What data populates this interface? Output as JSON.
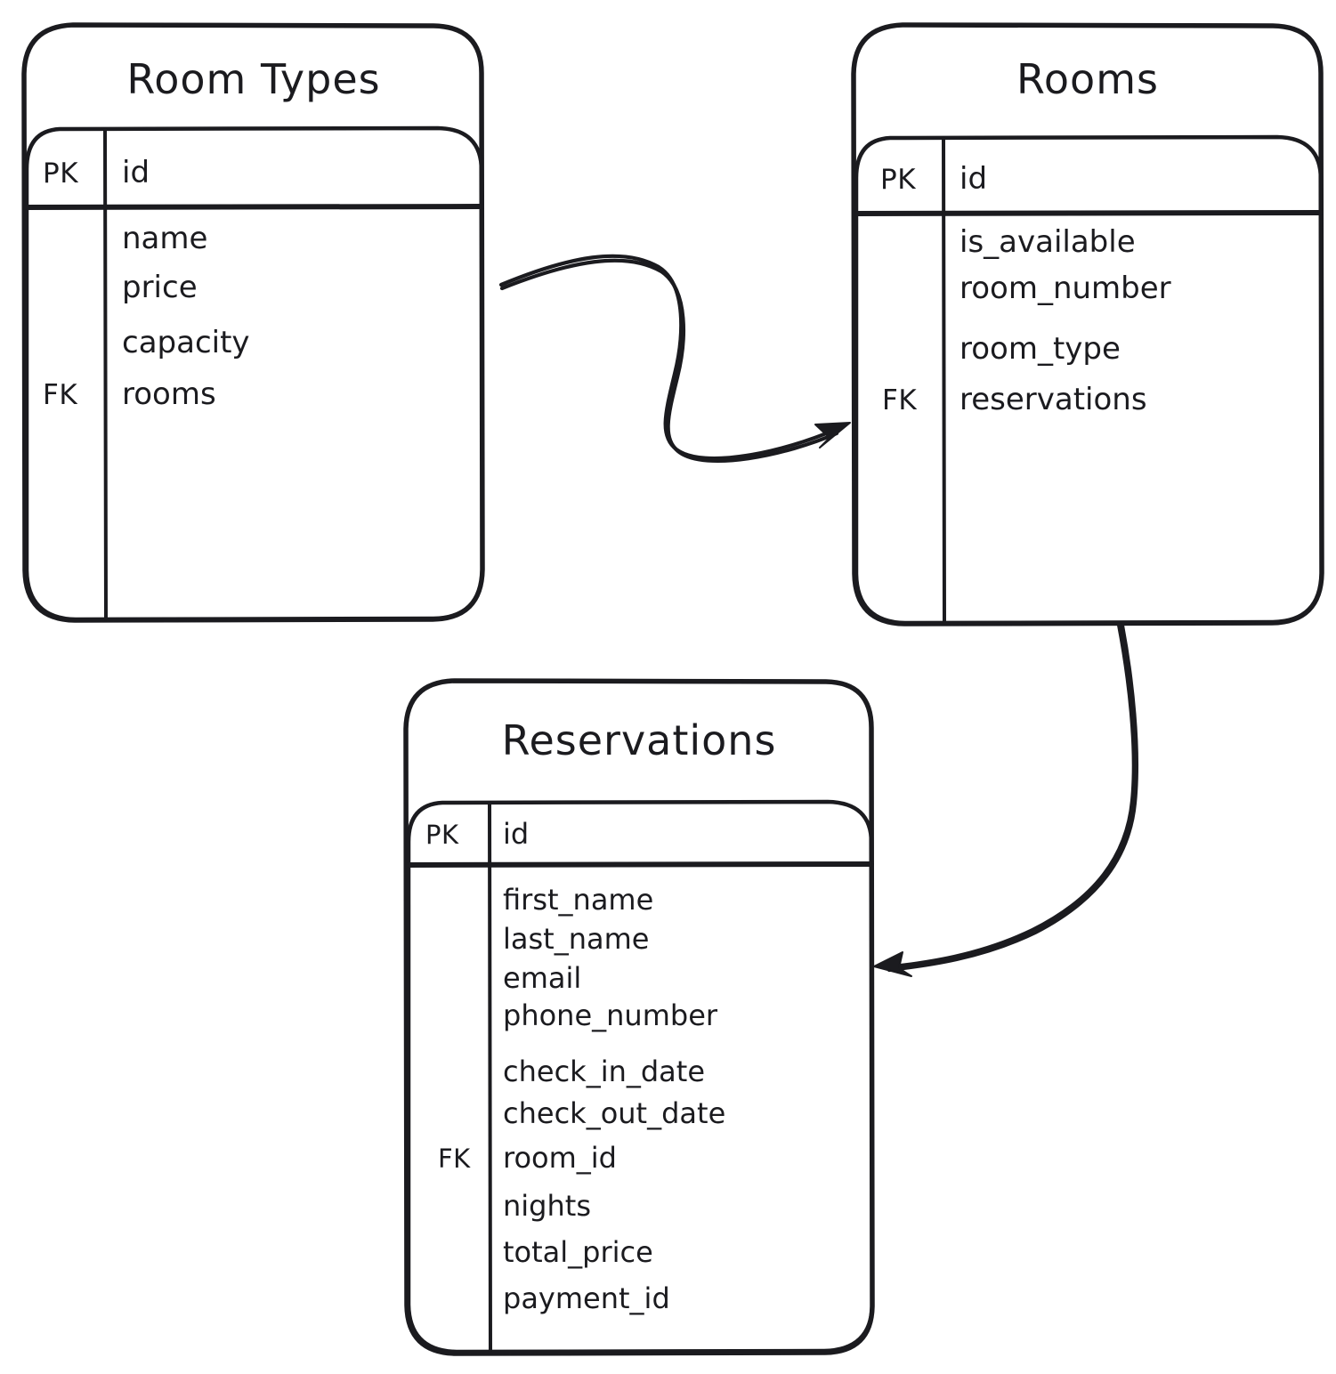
{
  "diagram": {
    "type": "entity-relationship-diagram",
    "style": "hand-drawn",
    "background_color": "#ffffff",
    "stroke_color": "#1b1b1f"
  },
  "entities": [
    {
      "id": "room_types",
      "title": "Room Types",
      "key_column_header": "",
      "primary_key": {
        "key_label": "PK",
        "field": "id"
      },
      "foreign_key_label": "FK",
      "foreign_key_field": "rooms",
      "fields": [
        {
          "key": "",
          "name": "name"
        },
        {
          "key": "",
          "name": "price"
        },
        {
          "key": "",
          "name": "capacity"
        },
        {
          "key": "FK",
          "name": "rooms"
        }
      ]
    },
    {
      "id": "rooms",
      "title": "Rooms",
      "key_column_header": "",
      "primary_key": {
        "key_label": "PK",
        "field": "id"
      },
      "foreign_key_label": "FK",
      "foreign_key_field": "reservations",
      "fields": [
        {
          "key": "",
          "name": "is_available"
        },
        {
          "key": "",
          "name": "room_number"
        },
        {
          "key": "",
          "name": "room_type"
        },
        {
          "key": "FK",
          "name": "reservations"
        }
      ]
    },
    {
      "id": "reservations",
      "title": "Reservations",
      "key_column_header": "",
      "primary_key": {
        "key_label": "PK",
        "field": "id"
      },
      "foreign_key_label": "FK",
      "foreign_key_field": "room_id",
      "fields": [
        {
          "key": "",
          "name": "first_name"
        },
        {
          "key": "",
          "name": "last_name"
        },
        {
          "key": "",
          "name": "email"
        },
        {
          "key": "",
          "name": "phone_number"
        },
        {
          "key": "",
          "name": "check_in_date"
        },
        {
          "key": "",
          "name": "check_out_date"
        },
        {
          "key": "FK",
          "name": "room_id"
        },
        {
          "key": "",
          "name": "nights"
        },
        {
          "key": "",
          "name": "total_price"
        },
        {
          "key": "",
          "name": "payment_id"
        }
      ]
    }
  ],
  "relationships": [
    {
      "id": "rel-room-types-rooms",
      "from": "room_types",
      "to": "rooms",
      "label": ""
    },
    {
      "id": "rel-rooms-reservations",
      "from": "rooms",
      "to": "reservations",
      "label": ""
    }
  ]
}
